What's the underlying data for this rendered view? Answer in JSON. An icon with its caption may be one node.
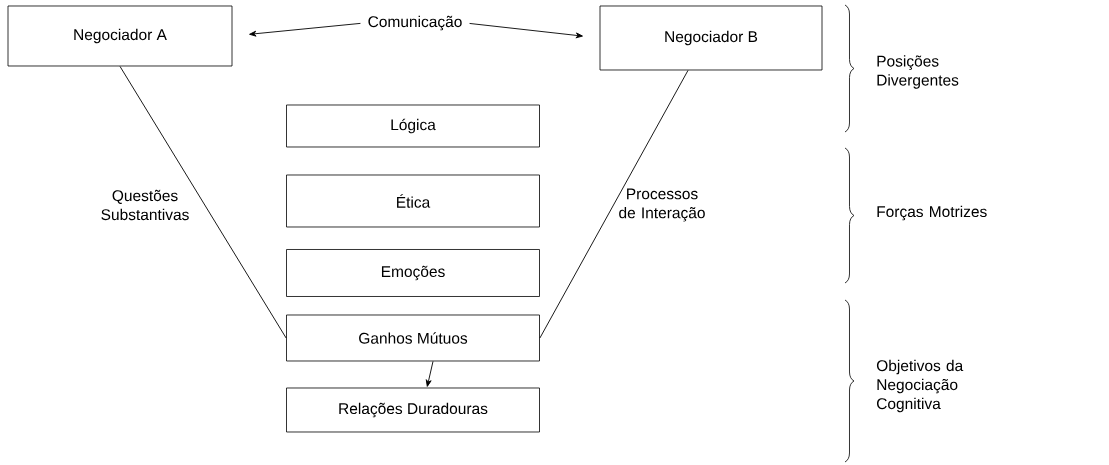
{
  "diagram": {
    "nodes": [
      {
        "text": [
          "Negociador A"
        ]
      },
      {
        "text": [
          "Negociador B"
        ]
      },
      {
        "text": [
          "Lógica"
        ]
      },
      {
        "text": [
          "Ética"
        ]
      },
      {
        "text": [
          "Emoções"
        ]
      },
      {
        "text": [
          "Ganhos Mútuos"
        ]
      },
      {
        "text": [
          "Relações Duradouras"
        ]
      },
      {
        "text": [
          "Comunicação"
        ]
      }
    ],
    "edges": [
      {
        "from": 7,
        "to": 0,
        "arrow": "to"
      },
      {
        "from": 7,
        "to": 1,
        "arrow": "to"
      },
      {
        "from": 0,
        "to": 5,
        "arrow": "none",
        "label": "Questões Substantivas"
      },
      {
        "from": 1,
        "to": 5,
        "arrow": "none",
        "label": "Processos de Interação"
      },
      {
        "from": 5,
        "to": 6,
        "arrow": "to"
      }
    ],
    "labels": [
      "Posições Divergentes",
      "Forças Motrizes",
      "Objetivos da Negociação Cognitiva"
    ]
  }
}
